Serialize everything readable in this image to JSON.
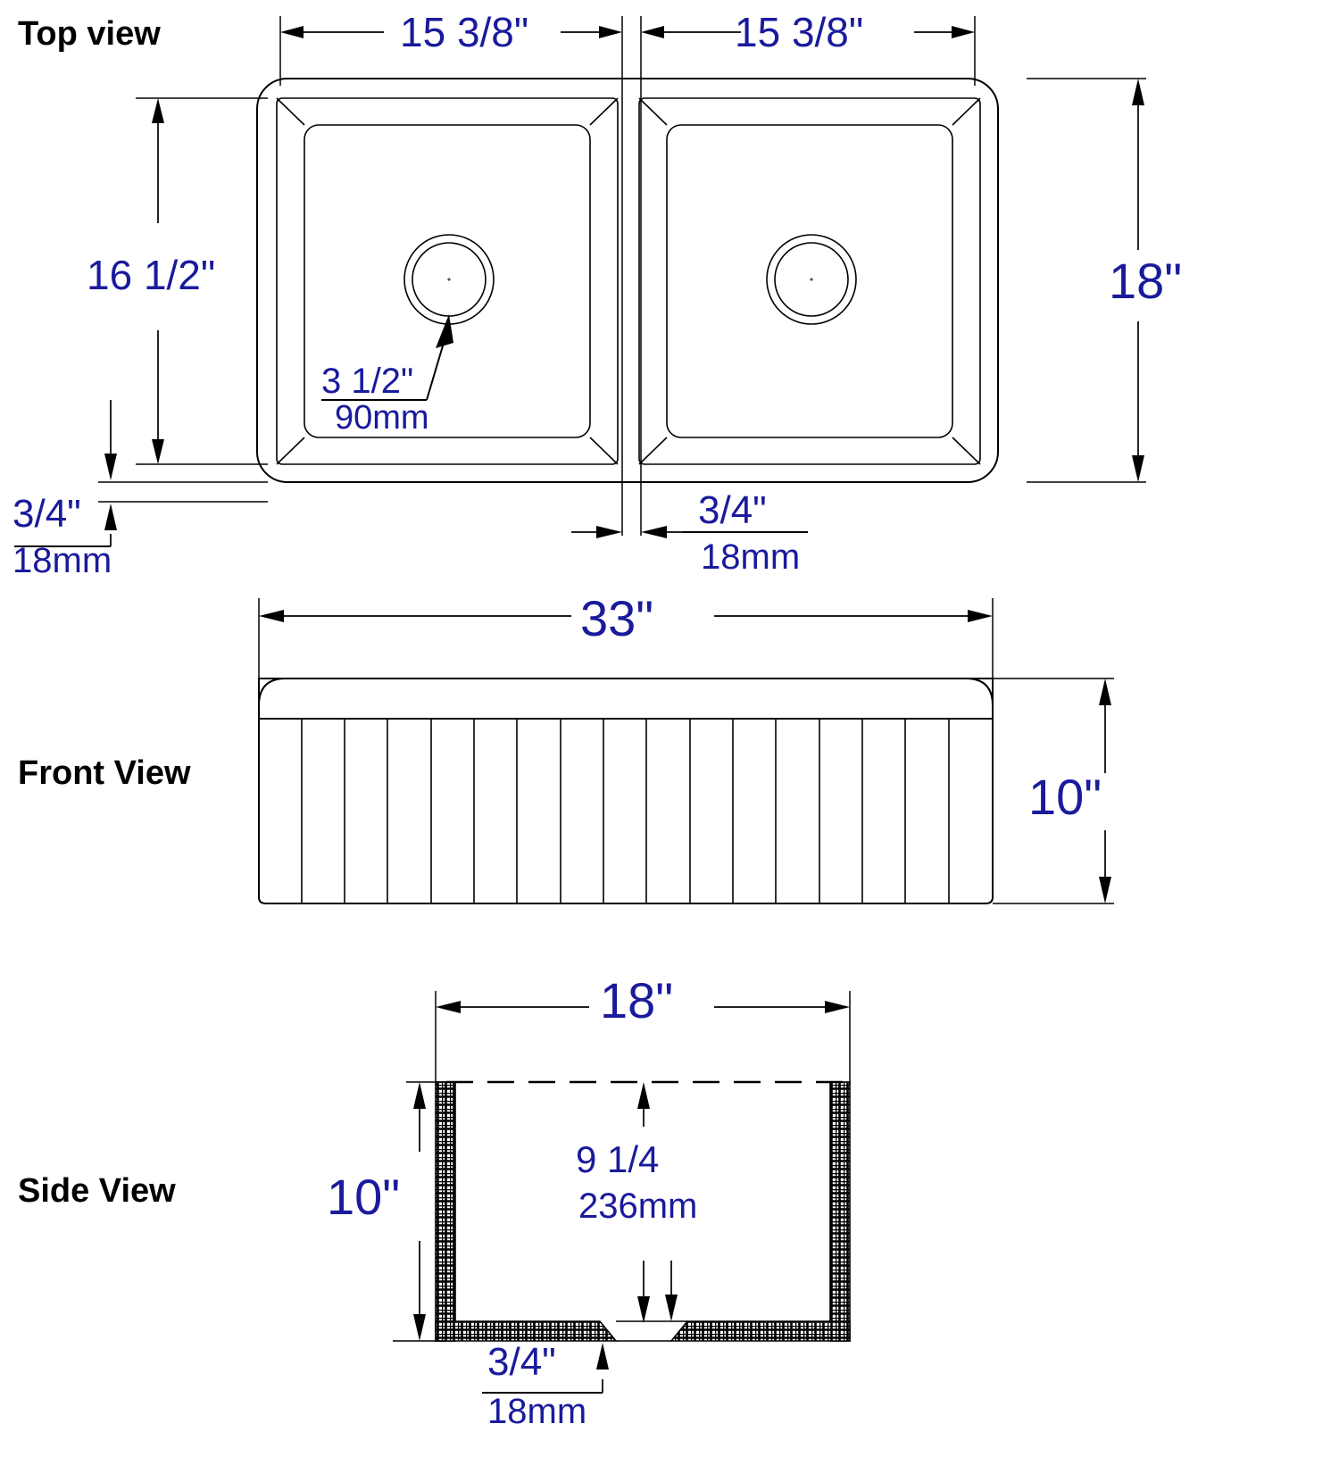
{
  "drawing": {
    "title": "Farmhouse double bowl sink dimension drawing",
    "line_color": "#000000",
    "dimension_color": "#1a1a9c",
    "background": "#ffffff"
  },
  "views": [
    {
      "id": "top",
      "label": "Top view"
    },
    {
      "id": "front",
      "label": "Front View"
    },
    {
      "id": "side",
      "label": "Side View"
    }
  ],
  "labels": {
    "top_view": "Top view",
    "front_view": "Front View",
    "side_view": "Side View"
  },
  "dimensions": {
    "top_bowl_left_width": "15 3/8\"",
    "top_bowl_right_width": "15 3/8\"",
    "top_bowl_depth": "16 1/2\"",
    "top_overall_depth": "18\"",
    "drain_dia_in": "3 1/2\"",
    "drain_dia_mm": "90mm",
    "rim_thickness_left_in": "3/4\"",
    "rim_thickness_left_mm": "18mm",
    "divider_thickness_in": "3/4\"",
    "divider_thickness_mm": "18mm",
    "front_overall_width": "33\"",
    "front_height": "10\"",
    "side_width": "18\"",
    "side_height": "10\"",
    "side_inner_depth_in": "9 1/4",
    "side_inner_depth_mm": "236mm",
    "side_base_thickness_in": "3/4\"",
    "side_base_thickness_mm": "18mm"
  },
  "front_view": {
    "flute_count": 16
  }
}
